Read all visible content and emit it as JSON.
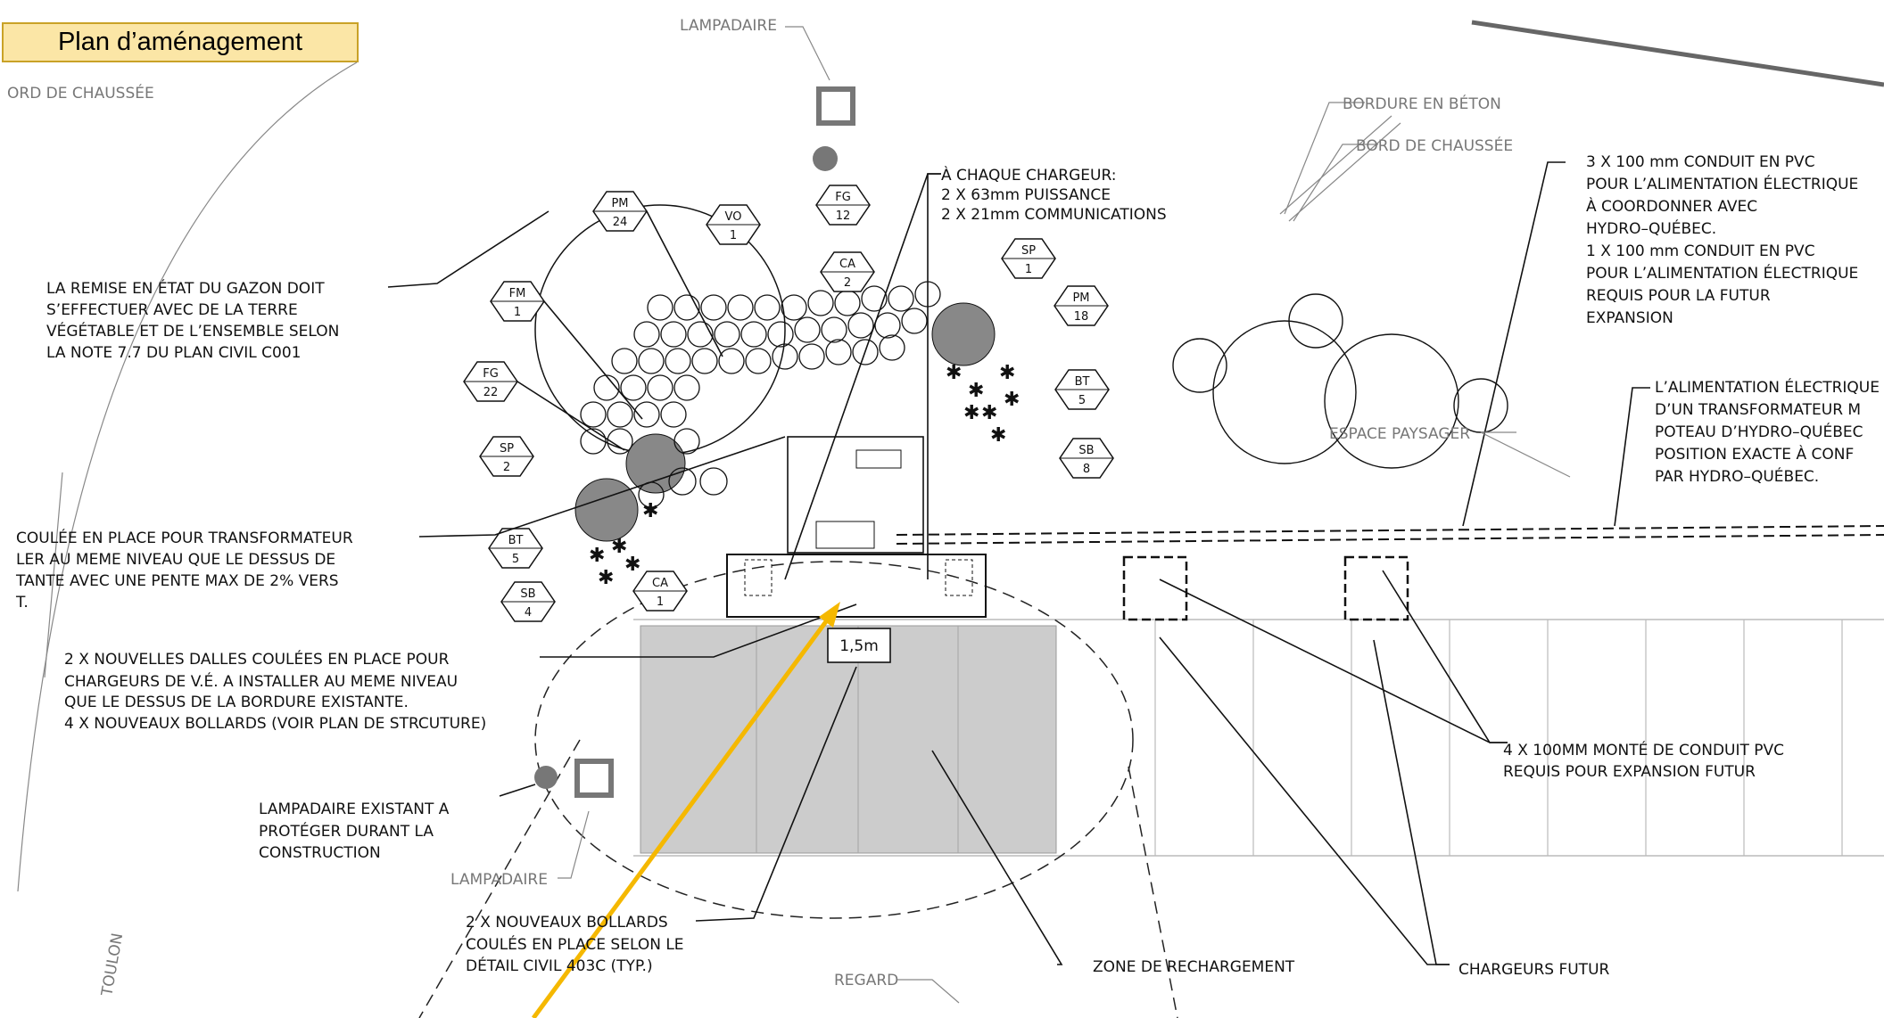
{
  "title": "Plan d’aménagement",
  "dimension": "1,5m",
  "labels": {
    "lampadaire_top": "LAMPADAIRE",
    "bord_chaussee_left": "ORD DE CHAUSSÉE",
    "bordure_beton": "BORDURE EN BÉTON",
    "bord_chaussee": "BORD DE CHAUSSÉE",
    "espace_paysager": "ESPACE PAYSAGER",
    "lampadaire_bottom": "LAMPADAIRE",
    "regard": "REGARD",
    "street": "TOULON"
  },
  "notes": {
    "chargeur": [
      "À CHAQUE CHARGEUR:",
      "2 X 63mm PUISSANCE",
      "2 X 21mm COMMUNICATIONS"
    ],
    "conduit": [
      "3 X 100 mm CONDUIT EN PVC",
      "POUR L’ALIMENTATION ÉLECTRIQUE",
      "À COORDONNER AVEC",
      "HYDRO–QUÉBEC.",
      "1 X 100 mm CONDUIT EN PVC",
      "POUR L’ALIMENTATION ÉLECTRIQUE",
      "REQUIS POUR LA FUTUR",
      "EXPANSION"
    ],
    "alimentation": [
      "L’ALIMENTATION ÉLECTRIQUE",
      "D’UN TRANSFORMATEUR M",
      "POTEAU D’HYDRO–QUÉBEC",
      "POSITION EXACTE À CONF",
      "PAR HYDRO–QUÉBEC."
    ],
    "gazon": [
      "LA REMISE EN ÉTAT DU GAZON DOIT",
      "S’EFFECTUER AVEC DE LA TERRE",
      "VÉGÉTABLE ET DE L’ENSEMBLE SELON",
      "LA NOTE 7.7 DU PLAN CIVIL C001"
    ],
    "transformateur": [
      "COULÉE EN PLACE POUR TRANSFORMATEUR",
      "LER AU MEME NIVEAU QUE LE DESSUS DE",
      "TANTE AVEC UNE PENTE MAX DE 2% VERS",
      "T."
    ],
    "dalles": [
      "2 X NOUVELLES DALLES COULÉES EN PLACE POUR",
      "CHARGEURS DE V.É. A INSTALLER AU MEME NIVEAU",
      "QUE LE DESSUS DE LA BORDURE EXISTANTE.",
      "4 X NOUVEAUX BOLLARDS (VOIR PLAN DE STRCUTURE)"
    ],
    "lampadaire_existant": [
      "LAMPADAIRE EXISTANT A",
      "PROTÉGER DURANT LA",
      "CONSTRUCTION"
    ],
    "bollards": [
      "2 X NOUVEAUX BOLLARDS",
      "COULÉS EN PLACE SELON LE",
      "DÉTAIL CIVIL 403C (TYP.)"
    ],
    "conduit_expansion": [
      "4 X 100MM MONTÉ DE CONDUIT PVC",
      "REQUIS POUR EXPANSION FUTUR"
    ],
    "zone": "ZONE DE RECHARGEMENT",
    "chargeurs_futur": "CHARGEURS FUTUR"
  },
  "tags": [
    {
      "code": "PM",
      "qty": "24"
    },
    {
      "code": "VO",
      "qty": "1"
    },
    {
      "code": "FG",
      "qty": "12"
    },
    {
      "code": "CA",
      "qty": "2"
    },
    {
      "code": "SP",
      "qty": "1"
    },
    {
      "code": "PM",
      "qty": "18"
    },
    {
      "code": "FM",
      "qty": "1"
    },
    {
      "code": "FG",
      "qty": "22"
    },
    {
      "code": "BT",
      "qty": "5"
    },
    {
      "code": "SP",
      "qty": "2"
    },
    {
      "code": "SB",
      "qty": "8"
    },
    {
      "code": "BT",
      "qty": "5"
    },
    {
      "code": "CA",
      "qty": "1"
    },
    {
      "code": "SB",
      "qty": "4"
    }
  ],
  "colors": {
    "title_fill": "#fbe6a6",
    "title_border": "#c9a227",
    "arrow": "#f5b800",
    "parking": "#cccccc",
    "trees": "#888888"
  }
}
